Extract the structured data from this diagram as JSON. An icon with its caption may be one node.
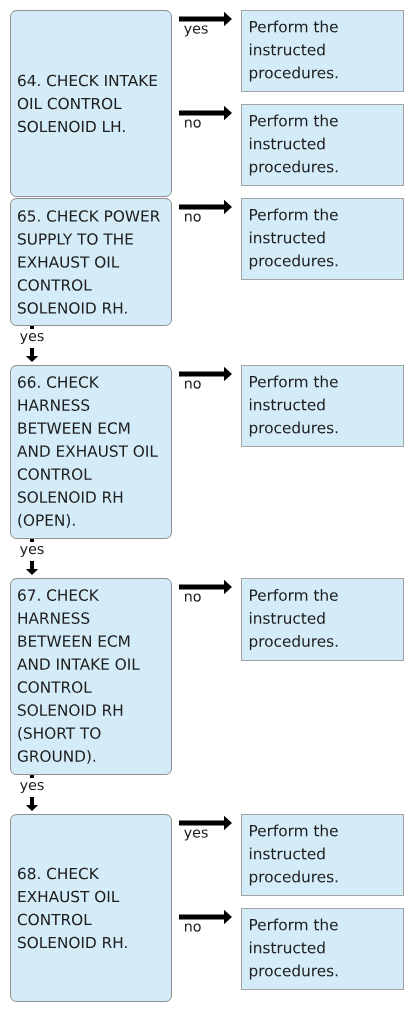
{
  "diagram": {
    "nodes": [
      {
        "text": [
          "64. CHECK INTAKE OIL CONTROL SOLENOID LH."
        ]
      },
      {
        "text": [
          "Perform the instructed procedures."
        ]
      },
      {
        "text": [
          "Perform the instructed procedures."
        ]
      },
      {
        "text": [
          "65. CHECK POWER SUPPLY TO THE EXHAUST OIL CONTROL SOLENOID RH."
        ]
      },
      {
        "text": [
          "Perform the instructed procedures."
        ]
      },
      {
        "text": [
          "66. CHECK HARNESS BETWEEN ECM AND EXHAUST OIL CONTROL SOLENOID RH (OPEN)."
        ]
      },
      {
        "text": [
          "Perform the instructed procedures."
        ]
      },
      {
        "text": [
          "67. CHECK HARNESS BETWEEN ECM AND INTAKE OIL CONTROL SOLENOID RH (SHORT TO GROUND)."
        ]
      },
      {
        "text": [
          "Perform the instructed procedures."
        ]
      },
      {
        "text": [
          "68. CHECK EXHAUST OIL CONTROL SOLENOID RH."
        ]
      },
      {
        "text": [
          "Perform the instructed procedures."
        ]
      },
      {
        "text": [
          "Perform the instructed procedures."
        ]
      }
    ],
    "edges": [
      {
        "from": 0,
        "to": 1,
        "arrow": "to",
        "label": "yes"
      },
      {
        "from": 0,
        "to": 2,
        "arrow": "to",
        "label": "no"
      },
      {
        "from": 3,
        "to": 4,
        "arrow": "to",
        "label": "no"
      },
      {
        "from": 3,
        "to": 5,
        "arrow": "to",
        "label": "yes"
      },
      {
        "from": 5,
        "to": 6,
        "arrow": "to",
        "label": "no"
      },
      {
        "from": 5,
        "to": 7,
        "arrow": "to",
        "label": "yes"
      },
      {
        "from": 7,
        "to": 8,
        "arrow": "to",
        "label": "no"
      },
      {
        "from": 7,
        "to": 9,
        "arrow": "to",
        "label": "yes"
      },
      {
        "from": 9,
        "to": 10,
        "arrow": "to",
        "label": "yes"
      },
      {
        "from": 9,
        "to": 11,
        "arrow": "to",
        "label": "no"
      }
    ]
  }
}
